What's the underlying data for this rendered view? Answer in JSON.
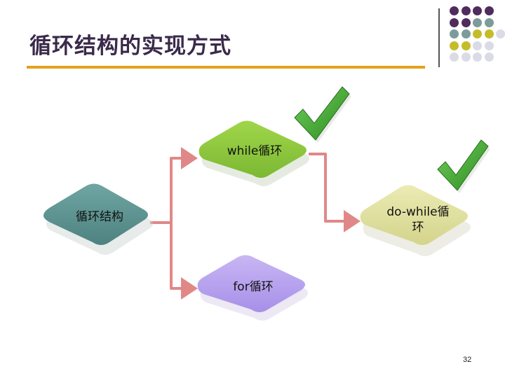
{
  "slide": {
    "title": "循环结构的实现方式",
    "page_number": "32"
  },
  "diagram": {
    "root": "循环结构",
    "branches": [
      {
        "label": "while循环",
        "checked": true,
        "color": "#8dc63f"
      },
      {
        "label": "do-while循\n环",
        "checked": true,
        "color": "#dede9e"
      },
      {
        "label": "for循环",
        "checked": false,
        "color": "#b7a2ee"
      }
    ],
    "root_color": "#5a8f8c",
    "connector_color": "#e08888",
    "check_color": "#3a9a2a"
  },
  "decoration": {
    "dot_colors": [
      "#4f2c5e",
      "#7b9c9b",
      "#c4bd2a",
      "#dadbe6"
    ]
  }
}
